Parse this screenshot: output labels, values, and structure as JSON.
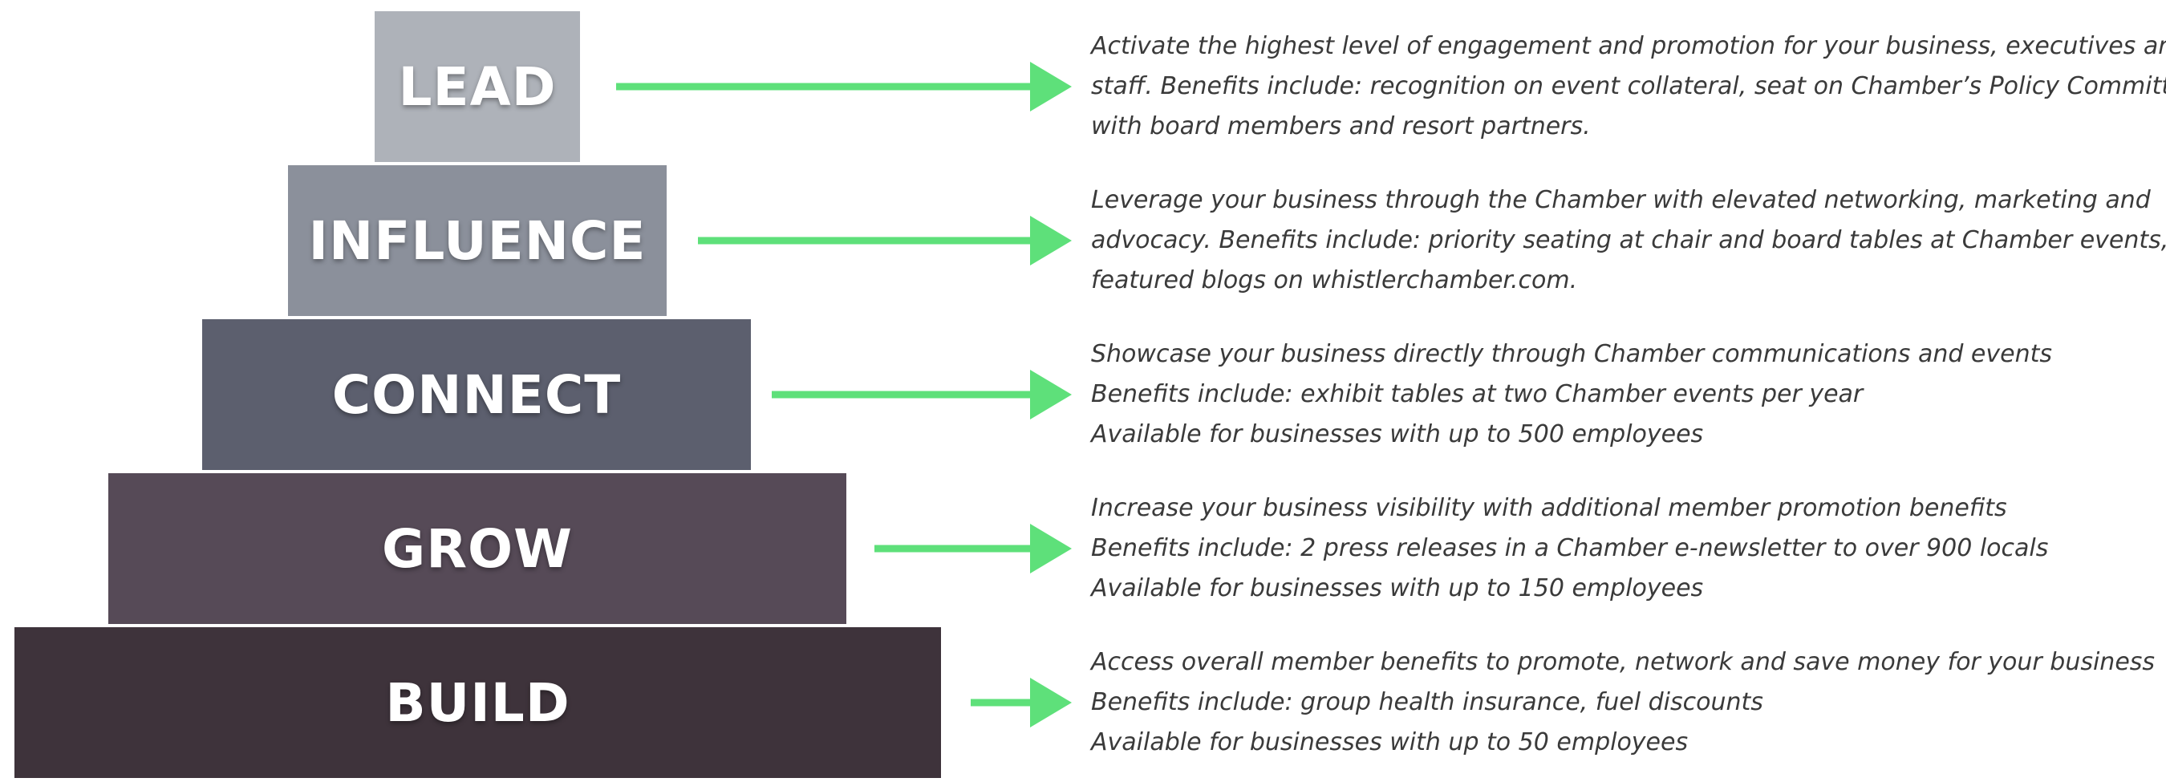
{
  "colors": {
    "arrow": "#5ee07a",
    "text": "#3a3a3a",
    "tier_label": "#ffffff"
  },
  "tiers": [
    {
      "label": "LEAD",
      "color": "#aeb2b9",
      "lines": [
        "Activate the highest level of engagement and promotion for your business, executives and",
        "staff. Benefits include: recognition on event collateral, seat on Chamber’s Policy Committee",
        "with board members and resort partners."
      ]
    },
    {
      "label": "INFLUENCE",
      "color": "#8b909b",
      "lines": [
        "Leverage your business through the Chamber with elevated networking, marketing and",
        "advocacy. Benefits include: priority seating at chair and board tables at Chamber events,",
        "featured blogs on whistlerchamber.com."
      ]
    },
    {
      "label": "CONNECT",
      "color": "#5c5f6e",
      "lines": [
        "Showcase your business directly through Chamber communications and events",
        "Benefits include: exhibit tables at two Chamber events per year",
        "Available for businesses with up to 500 employees"
      ]
    },
    {
      "label": "GROW",
      "color": "#564a57",
      "lines": [
        "Increase your business visibility with additional member promotion benefits",
        "Benefits include: 2 press releases in a Chamber e-newsletter to over 900 locals",
        "Available for businesses with up to 150 employees"
      ]
    },
    {
      "label": "BUILD",
      "color": "#3e333b",
      "lines": [
        "Access overall member benefits to promote, network and save money for your business",
        "Benefits include: group health insurance, fuel discounts",
        "Available for businesses with up to 50 employees"
      ]
    }
  ]
}
